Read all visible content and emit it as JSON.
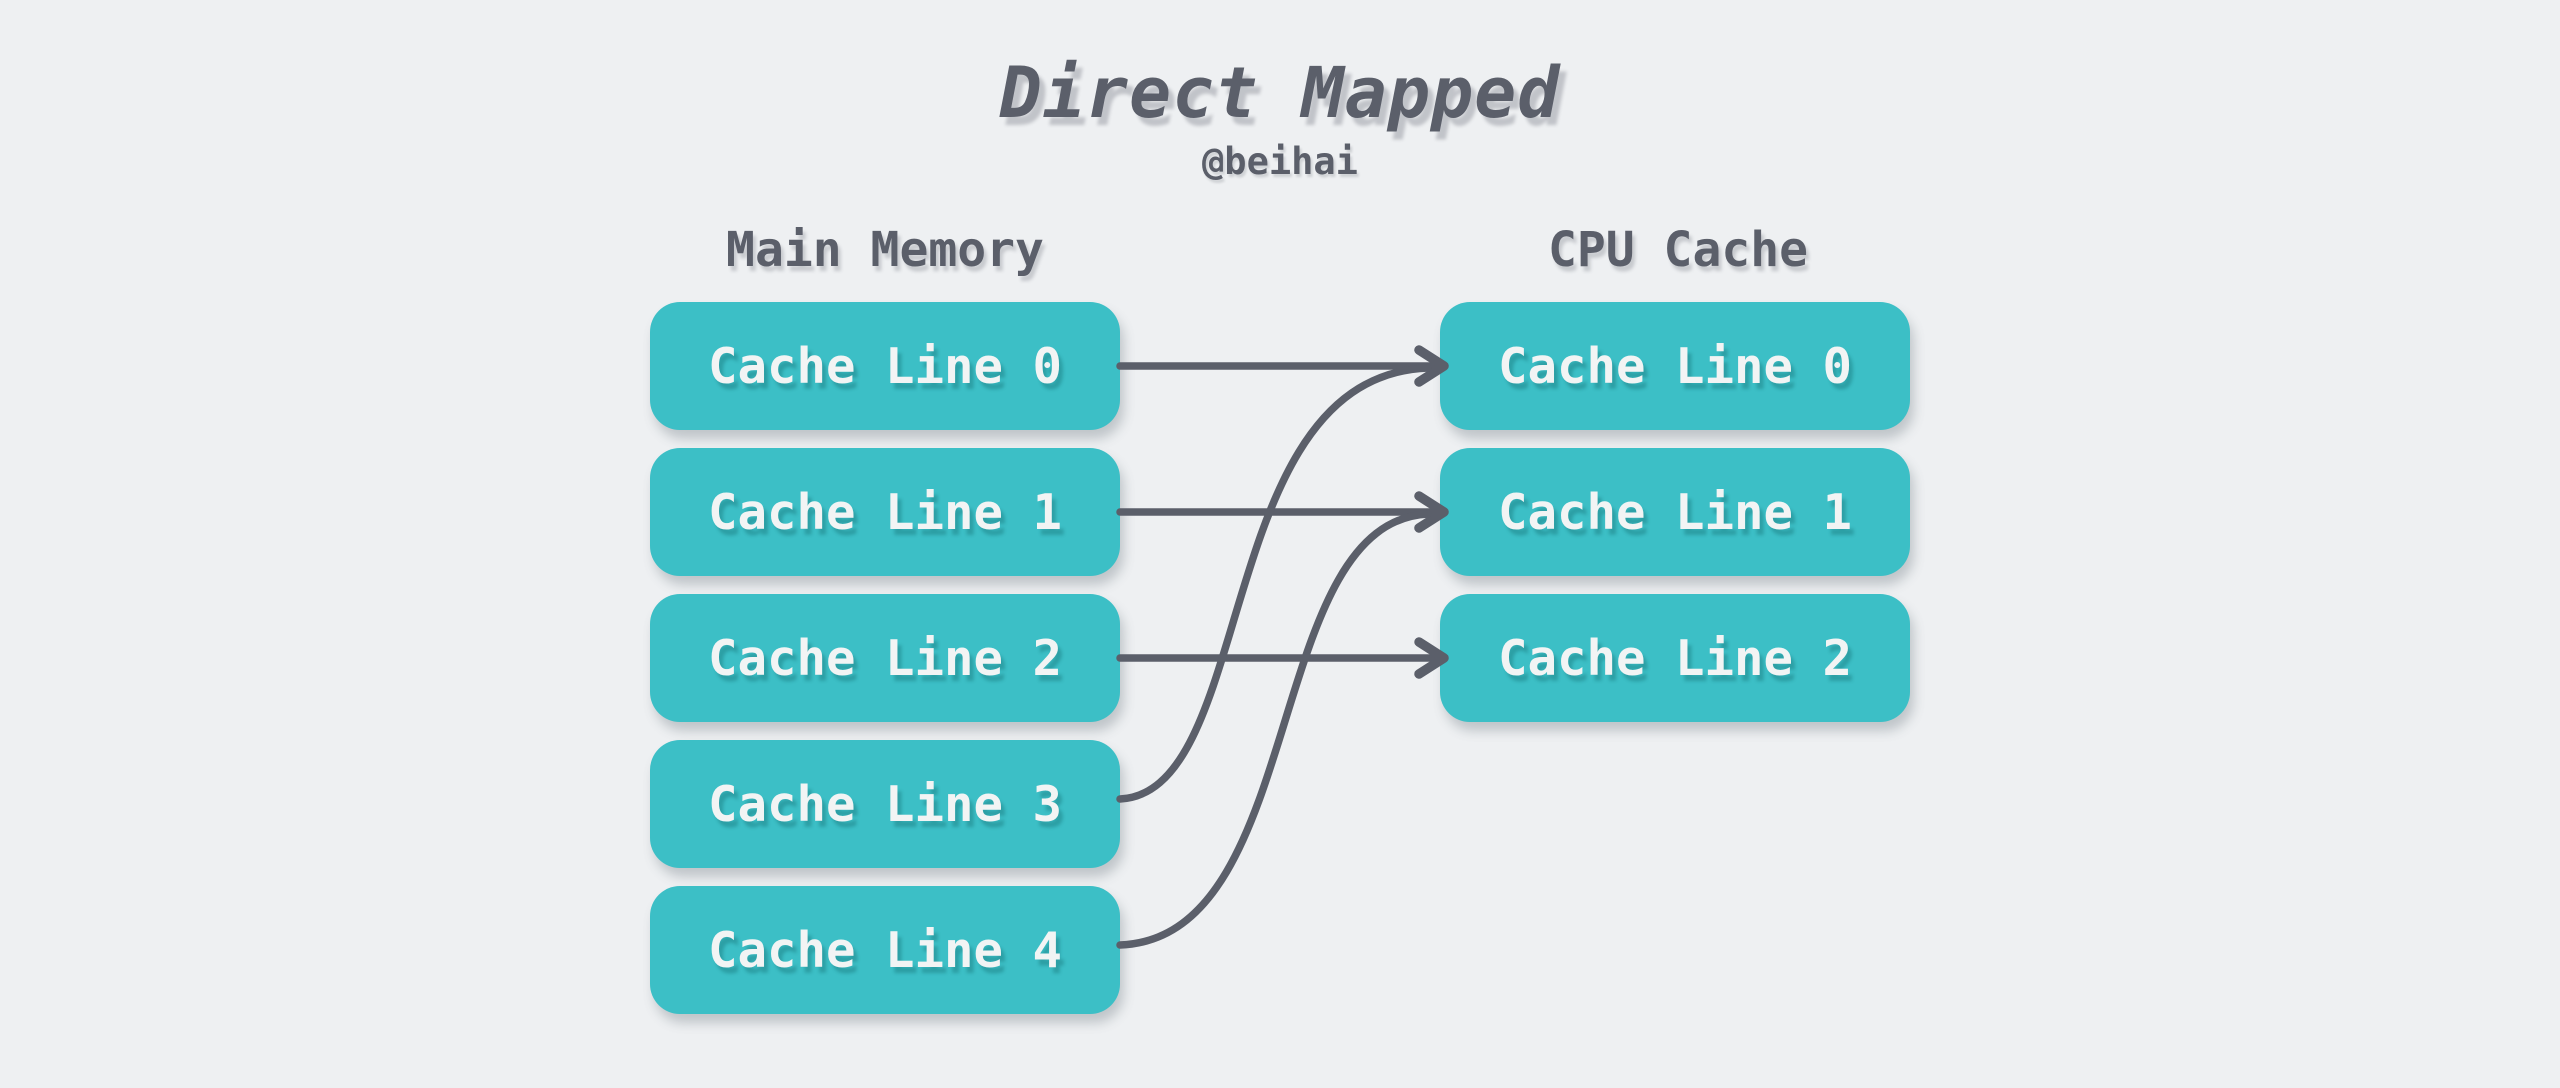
{
  "title": "Direct Mapped",
  "author": "@beihai",
  "colors": {
    "background": "#eef0f2",
    "box_fill": "#3cbfc6",
    "box_text": "#f2f4f4",
    "ink": "#5b5f6a"
  },
  "diagram": {
    "left_column": {
      "heading": "Main Memory",
      "items": [
        "Cache Line 0",
        "Cache Line 1",
        "Cache Line 2",
        "Cache Line 3",
        "Cache Line 4"
      ]
    },
    "right_column": {
      "heading": "CPU Cache",
      "items": [
        "Cache Line 0",
        "Cache Line 1",
        "Cache Line 2"
      ]
    },
    "mappings": [
      {
        "from": 0,
        "to": 0
      },
      {
        "from": 1,
        "to": 1
      },
      {
        "from": 2,
        "to": 2
      },
      {
        "from": 3,
        "to": 0
      },
      {
        "from": 4,
        "to": 1
      }
    ]
  }
}
